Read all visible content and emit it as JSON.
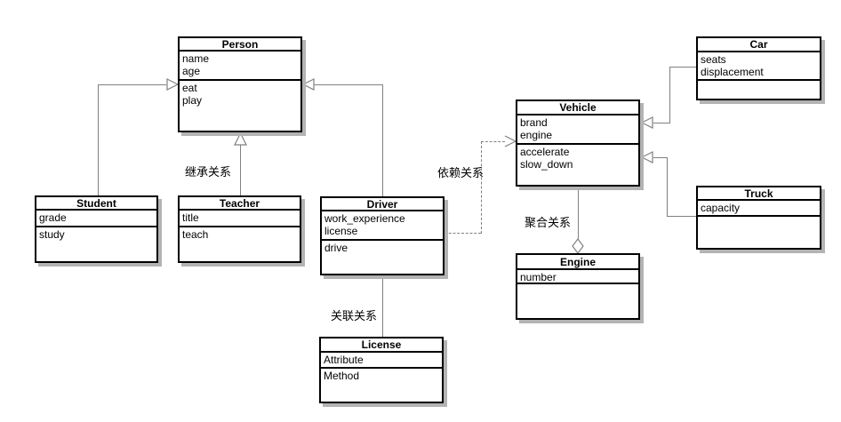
{
  "diagram": {
    "title": "UML class diagram",
    "colors": {
      "background": "#ffffff",
      "box_fill": "#ffffff",
      "box_border": "#000000",
      "connector": "#808080",
      "shadow": "#b3b3b3",
      "text": "#000000"
    }
  },
  "classes": {
    "person": {
      "name": "Person",
      "attributes": [
        "name",
        "age"
      ],
      "methods": [
        "eat",
        "play"
      ]
    },
    "student": {
      "name": "Student",
      "attributes": [
        "grade"
      ],
      "methods": [
        "study"
      ]
    },
    "teacher": {
      "name": "Teacher",
      "attributes": [
        "title"
      ],
      "methods": [
        "teach"
      ]
    },
    "driver": {
      "name": "Driver",
      "attributes": [
        "work_experience",
        "license"
      ],
      "methods": [
        "drive"
      ]
    },
    "license": {
      "name": "License",
      "attributes": [
        "Attribute"
      ],
      "methods": [
        "Method"
      ]
    },
    "vehicle": {
      "name": "Vehicle",
      "attributes": [
        "brand",
        "engine"
      ],
      "methods": [
        "accelerate",
        "slow_down"
      ]
    },
    "engine": {
      "name": "Engine",
      "attributes": [
        "number"
      ],
      "methods": []
    },
    "car": {
      "name": "Car",
      "attributes": [
        "seats",
        "displacement"
      ],
      "methods": []
    },
    "truck": {
      "name": "Truck",
      "attributes": [
        "capacity"
      ],
      "methods": []
    }
  },
  "edge_labels": {
    "inheritance": "继承关系",
    "dependency": "依赖关系",
    "association": "关联关系",
    "aggregation": "聚合关系"
  },
  "relationships": [
    {
      "from": "Student",
      "to": "Person",
      "type": "inheritance"
    },
    {
      "from": "Teacher",
      "to": "Person",
      "type": "inheritance",
      "label": "继承关系"
    },
    {
      "from": "Driver",
      "to": "Person",
      "type": "inheritance"
    },
    {
      "from": "Driver",
      "to": "License",
      "type": "association",
      "label": "关联关系"
    },
    {
      "from": "Driver",
      "to": "Vehicle",
      "type": "dependency",
      "label": "依赖关系"
    },
    {
      "from": "Vehicle",
      "to": "Engine",
      "type": "aggregation",
      "label": "聚合关系"
    },
    {
      "from": "Car",
      "to": "Vehicle",
      "type": "inheritance"
    },
    {
      "from": "Truck",
      "to": "Vehicle",
      "type": "inheritance"
    }
  ]
}
